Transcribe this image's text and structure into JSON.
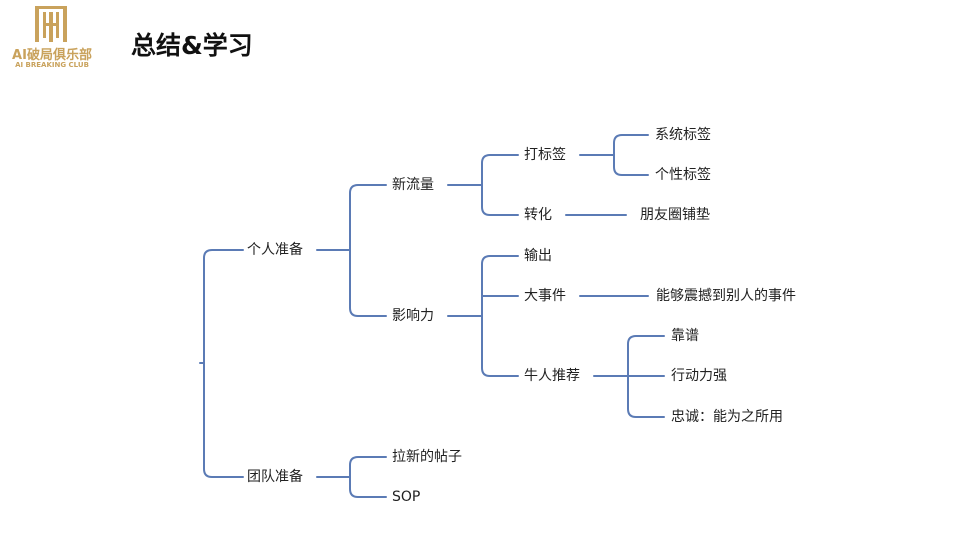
{
  "header": {
    "title": "总结&学习",
    "logo_cn": "AI破局俱乐部",
    "logo_en": "AI BREAKING CLUB"
  },
  "mindmap": {
    "personal": "个人准备",
    "new_traffic": "新流量",
    "tagging": "打标签",
    "system_tags": "系统标签",
    "personal_tags": "个性标签",
    "conversion": "转化",
    "moments": "朋友圈铺垫",
    "influence": "影响力",
    "output": "输出",
    "big_event": "大事件",
    "shock": "能够震撼到别人的事件",
    "recommend": "牛人推荐",
    "reliable": "靠谱",
    "action": "行动力强",
    "loyal": "忠诚：能为之所用",
    "team": "团队准备",
    "post": "拉新的帖子",
    "sop": "SOP"
  },
  "colors": {
    "line": "#5b7bb5",
    "logo_gold": "#c9a25c"
  }
}
